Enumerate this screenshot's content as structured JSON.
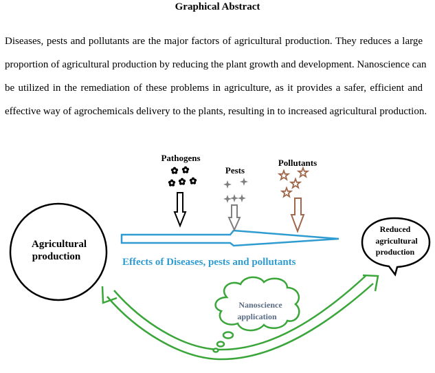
{
  "title": "Graphical Abstract",
  "abstract_lines": [
    "Diseases, pests and pollutants are the major factors of agricultural production. They reduces a large",
    "proportion of agricultural production by reducing the plant growth and development. Nanoscience can",
    "be utilized in the remediation of these problems in agriculture, as it provides a safer, efficient and",
    "effective way of agrochemicals delivery to the plants, resulting in to increased agricultural production."
  ],
  "diagram": {
    "pathogens_label": "Pathogens",
    "pests_label": "Pests",
    "pollutants_label": "Pollutants",
    "left_circle_line1": "Agricultural",
    "left_circle_line2": "production",
    "effects_label": "Effects of Diseases, pests and pollutants",
    "cloud_line1": "Nanoscience",
    "cloud_line2": "application",
    "right_bubble_line1": "Reduced",
    "right_bubble_line2": "agricultural",
    "right_bubble_line3": "production",
    "colors": {
      "pathogens": "#000000",
      "pests": "#7f7f7f",
      "pollutants": "#a0674a",
      "effects_arrow": "#2e9bd1",
      "effects_text": "#2e9bd1",
      "nano_green": "#3aa63a",
      "cloud_text": "#5a6b84"
    },
    "icons": [
      "pathogen-flower-icon",
      "pest-star-icon",
      "pollutant-star-icon"
    ]
  }
}
